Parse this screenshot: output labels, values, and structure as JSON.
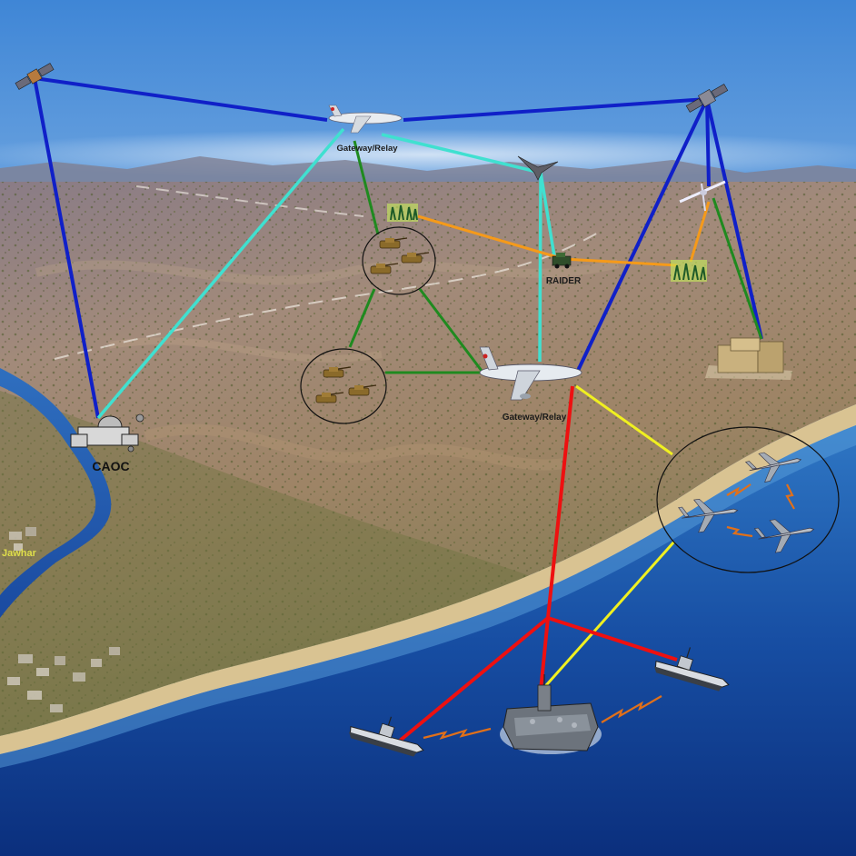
{
  "labels": {
    "relay_top": "Gateway/Relay",
    "relay_mid": "Gateway/Relay",
    "raider": "RAIDER",
    "caoc": "CAOC",
    "town": "Jawhar"
  },
  "link_colors": {
    "satcom": "#1020c8",
    "relay": "#40e0d0",
    "ground": "#1f8a1f",
    "sensor": "#f59a1a",
    "air": "#f0f020",
    "naval": "#ee1010",
    "jam": "#e0701a"
  },
  "icons": [
    "satellite-icon",
    "relay-aircraft-icon",
    "flying-wing-icon",
    "tank-group-icon",
    "radar-vehicle-icon",
    "troops-icon",
    "caoc-building-icon",
    "facility-building-icon",
    "fighter-jet-icon",
    "aircraft-carrier-icon",
    "destroyer-icon",
    "uav-icon"
  ]
}
